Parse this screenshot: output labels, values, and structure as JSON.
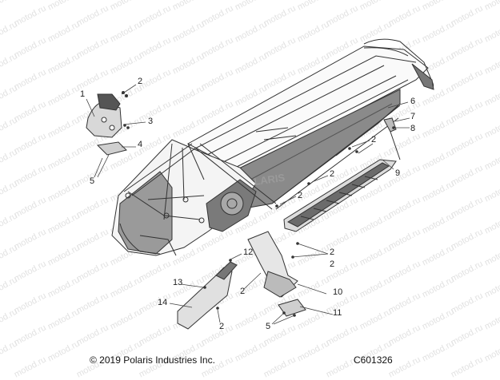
{
  "watermark": "motod.ru",
  "footer": {
    "copyright": "© 2019 Polaris Industries Inc.",
    "diagram_code": "C601326"
  },
  "frame_brand": "LARIS",
  "callouts": [
    "1",
    "2",
    "3",
    "4",
    "5",
    "2",
    "6",
    "7",
    "8",
    "2",
    "9",
    "2",
    "2",
    "2",
    "12",
    "13",
    "2",
    "14",
    "2",
    "10",
    "11",
    "5"
  ]
}
